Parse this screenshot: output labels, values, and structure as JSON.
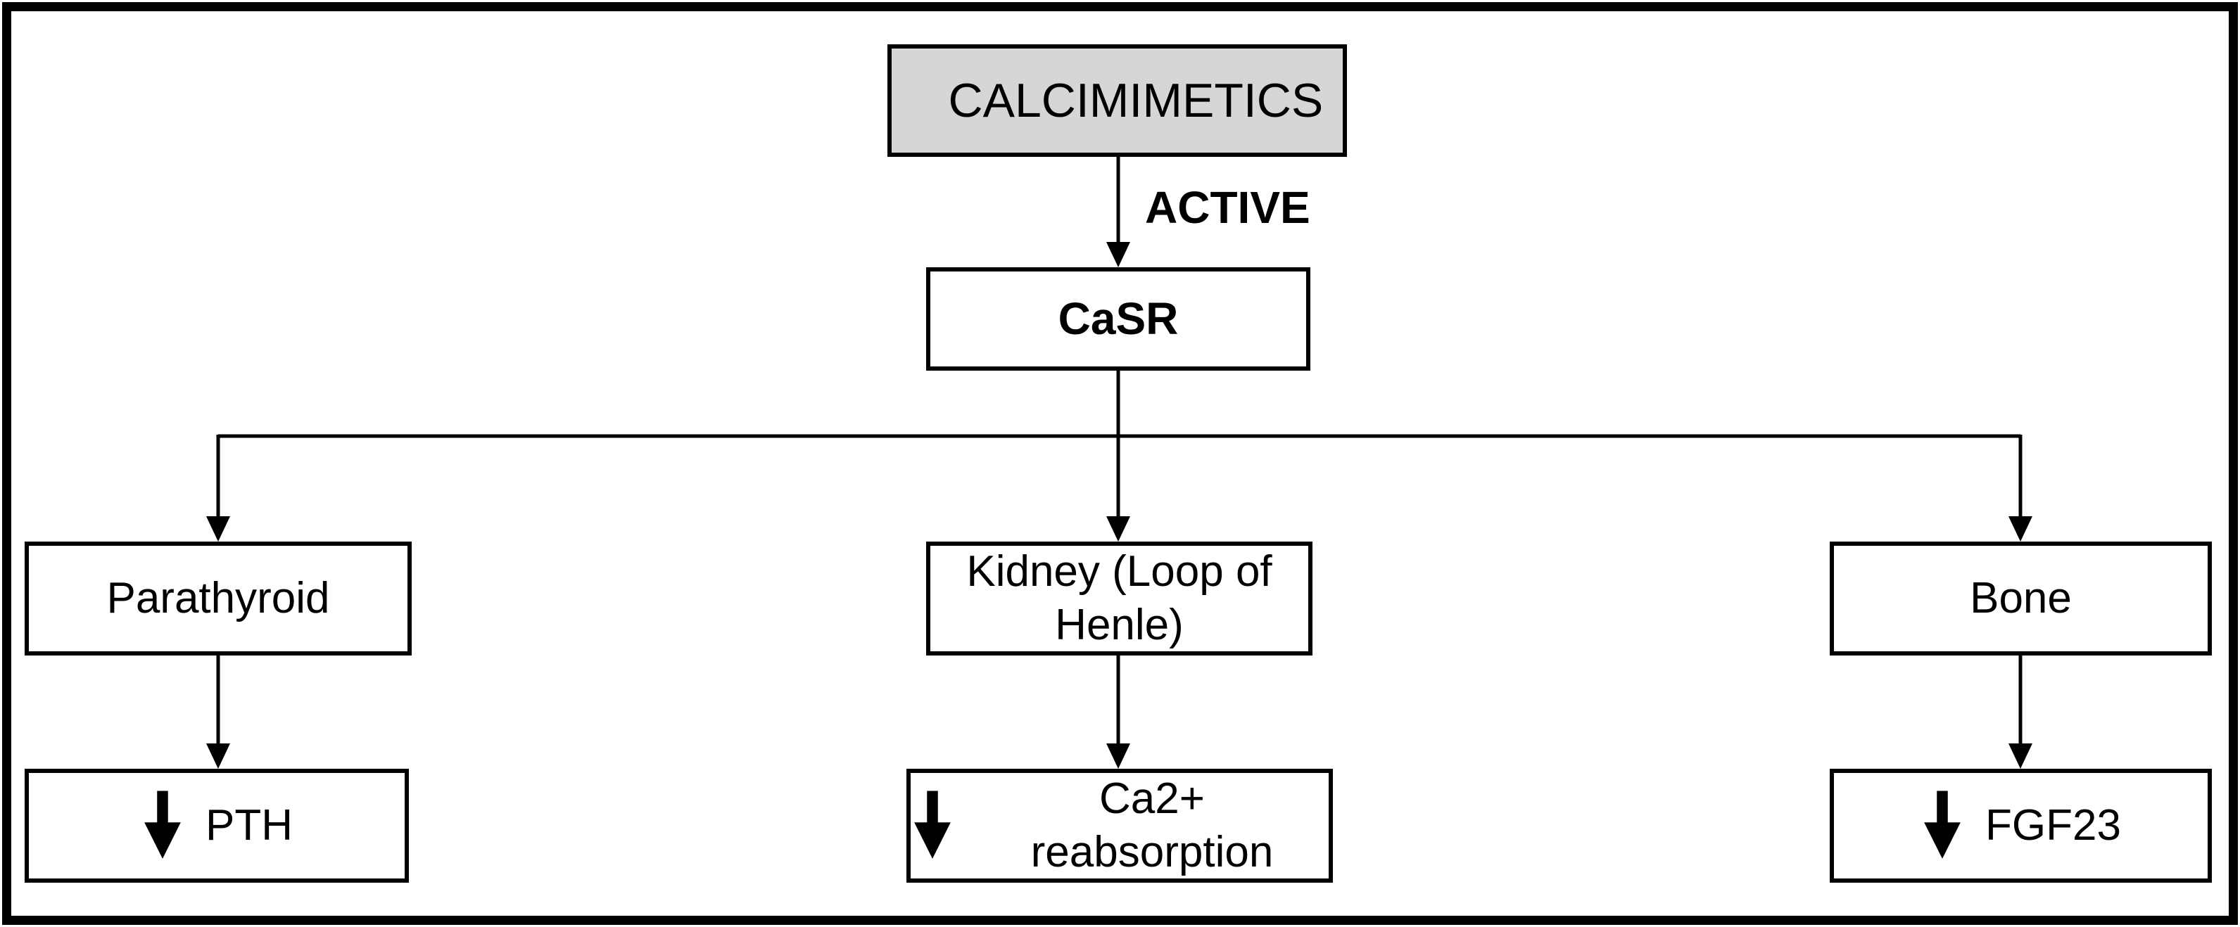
{
  "diagram": {
    "drug_box": {
      "label": "CALCIMIMETICS",
      "fill": "#d6d6d6"
    },
    "action_label": "ACTIVE",
    "receptor_box": {
      "label": "CaSR"
    },
    "targets": [
      {
        "organ": "Parathyroid",
        "effect": "PTH",
        "effect_icon": "decrease-arrow"
      },
      {
        "organ": "Kidney (Loop of Henle)",
        "effect": "Ca2+ reabsorption",
        "effect_icon": "decrease-arrow"
      },
      {
        "organ": "Bone",
        "effect": "FGF23",
        "effect_icon": "decrease-arrow"
      }
    ],
    "colors": {
      "line": "#000000",
      "text": "#000000",
      "background": "#ffffff",
      "drug_fill": "#d6d6d6"
    }
  }
}
